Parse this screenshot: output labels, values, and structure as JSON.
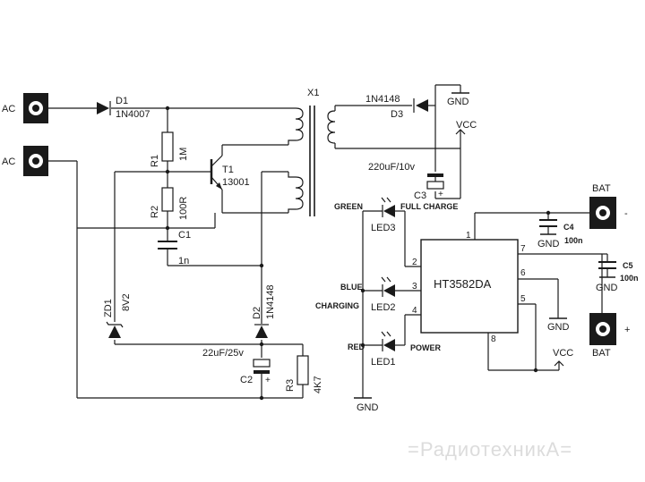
{
  "labels": {
    "ac1": "AC",
    "ac2": "AC",
    "d1": "D1",
    "d1_part": "1N4007",
    "x1": "X1",
    "d3_part": "1N4148",
    "d3": "D3",
    "gnd_top": "GND",
    "vcc_top": "VCC",
    "r1": "R1",
    "r1_val": "1M",
    "t1": "T1",
    "t1_part": "13001",
    "r2": "R2",
    "r2_val": "100R",
    "c1": "C1",
    "c1_val": "1n",
    "c3_val": "220uF/10v",
    "c3": "C3",
    "green": "GREEN",
    "full_charge": "FULL CHARGE",
    "led3": "LED3",
    "blue": "BLUE",
    "charging": "CHARGING",
    "led2": "LED2",
    "red": "RED",
    "power": "POWER",
    "led1": "LED1",
    "gnd_led": "GND",
    "ic": "HT3582DA",
    "pin1": "1",
    "pin2": "2",
    "pin3": "3",
    "pin4": "4",
    "pin5": "5",
    "pin6": "6",
    "pin7": "7",
    "pin8": "8",
    "bat_top": "BAT",
    "bat_minus": "-",
    "c4": "C4",
    "gnd_c4": "GND",
    "c4_val": "100n",
    "c5": "C5",
    "gnd_c5": "GND",
    "c5_val": "100n",
    "gnd_pin6": "GND",
    "bat_plus": "+",
    "bat_bottom": "BAT",
    "vcc_ic": "VCC",
    "zd1": "ZD1",
    "zd1_val": "8V2",
    "d2": "D2",
    "d2_part": "1N4148",
    "c2_val": "22uF/25v",
    "c2": "C2",
    "r3": "R3",
    "r3_val": "4K7",
    "watermark": "=РадиотехникА="
  }
}
